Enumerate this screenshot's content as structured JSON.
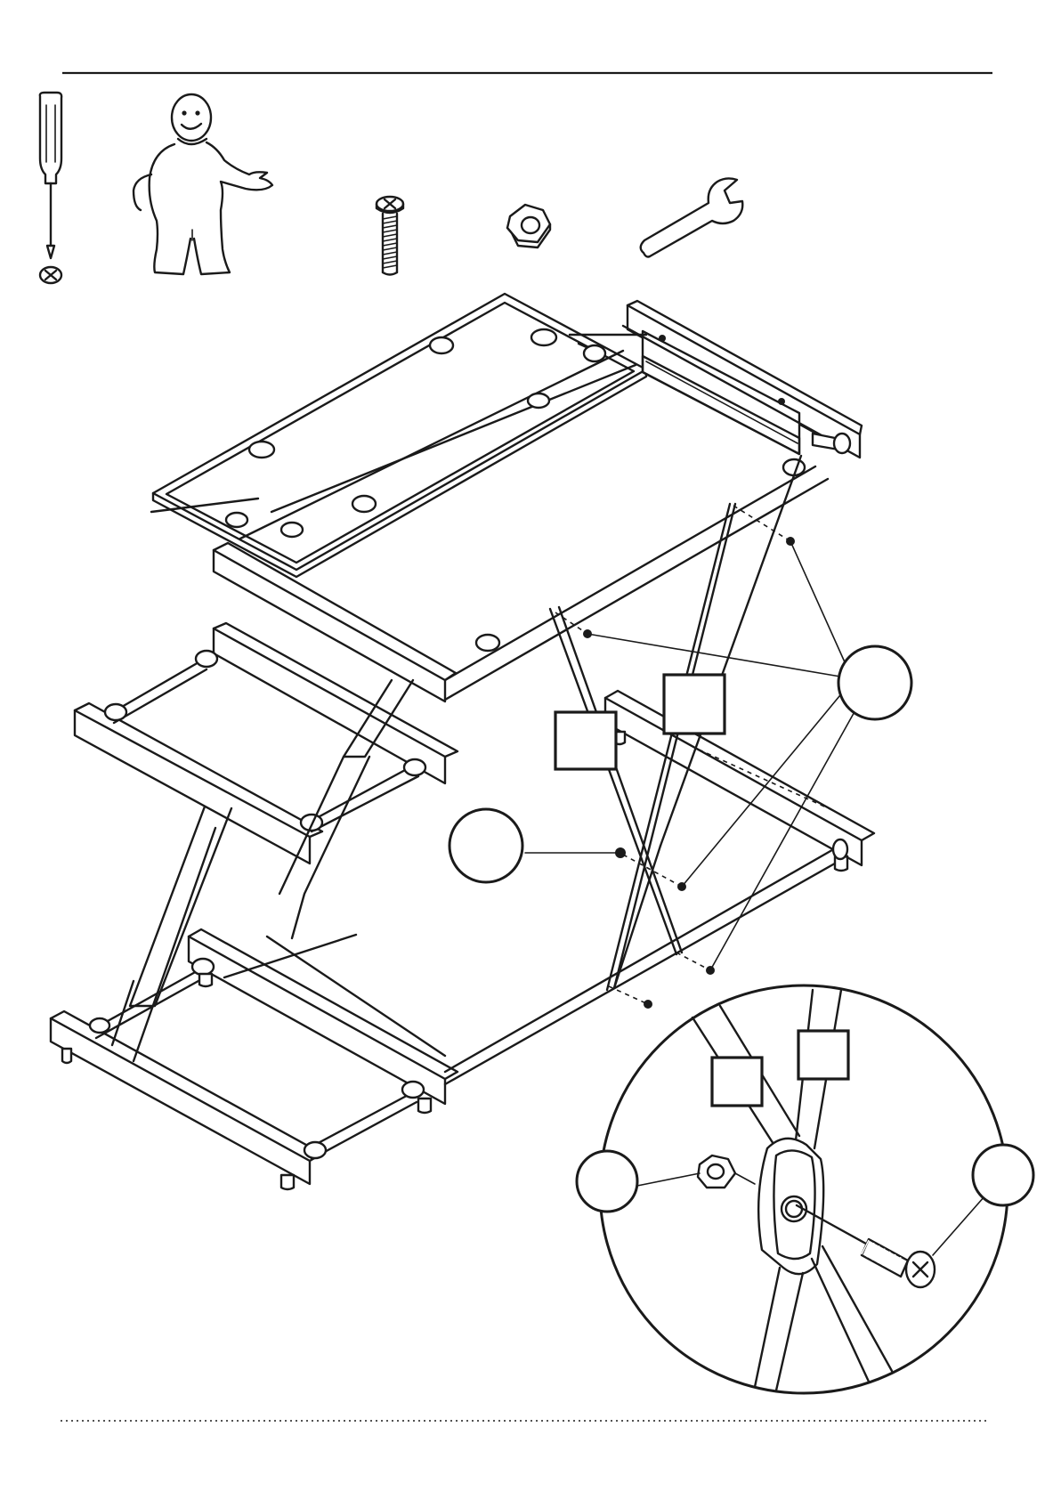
{
  "page": {
    "tools": [
      {
        "name": "phillips-screwdriver"
      },
      {
        "name": "assistant-person"
      },
      {
        "name": "bolt"
      },
      {
        "name": "hex-nut"
      },
      {
        "name": "wrench"
      }
    ],
    "callouts": {
      "bolt_circle_label": "",
      "nut_circle_label": "",
      "part_box_1_label": "",
      "part_box_2_label": "",
      "detail_box_1_label": "",
      "detail_box_2_label": "",
      "detail_nut_label": "",
      "detail_bolt_label": ""
    }
  }
}
